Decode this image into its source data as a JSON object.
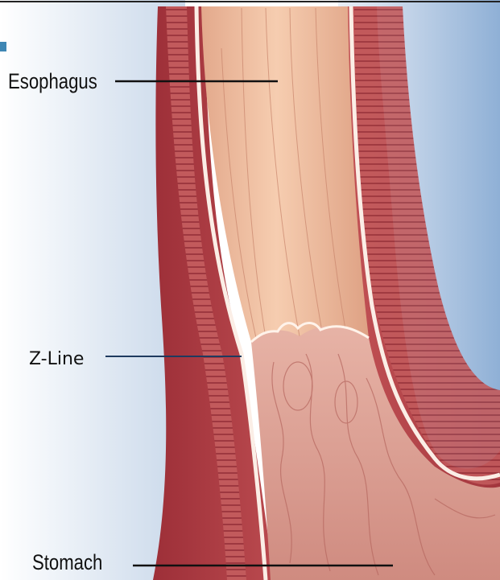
{
  "labels": {
    "esophagus": "Esophagus",
    "z_line": "Z-Line",
    "stomach": "Stomach"
  },
  "colors": {
    "accent_marker": "#3f87b4",
    "lumen_esophagus": "#efb896",
    "lumen_stomach": "#dc9e92",
    "muscle_wall": "#b7434a",
    "background_blue": "#c7d7ea",
    "leader_line_dark": "#111111",
    "leader_line_navy": "#1e3a5f"
  }
}
